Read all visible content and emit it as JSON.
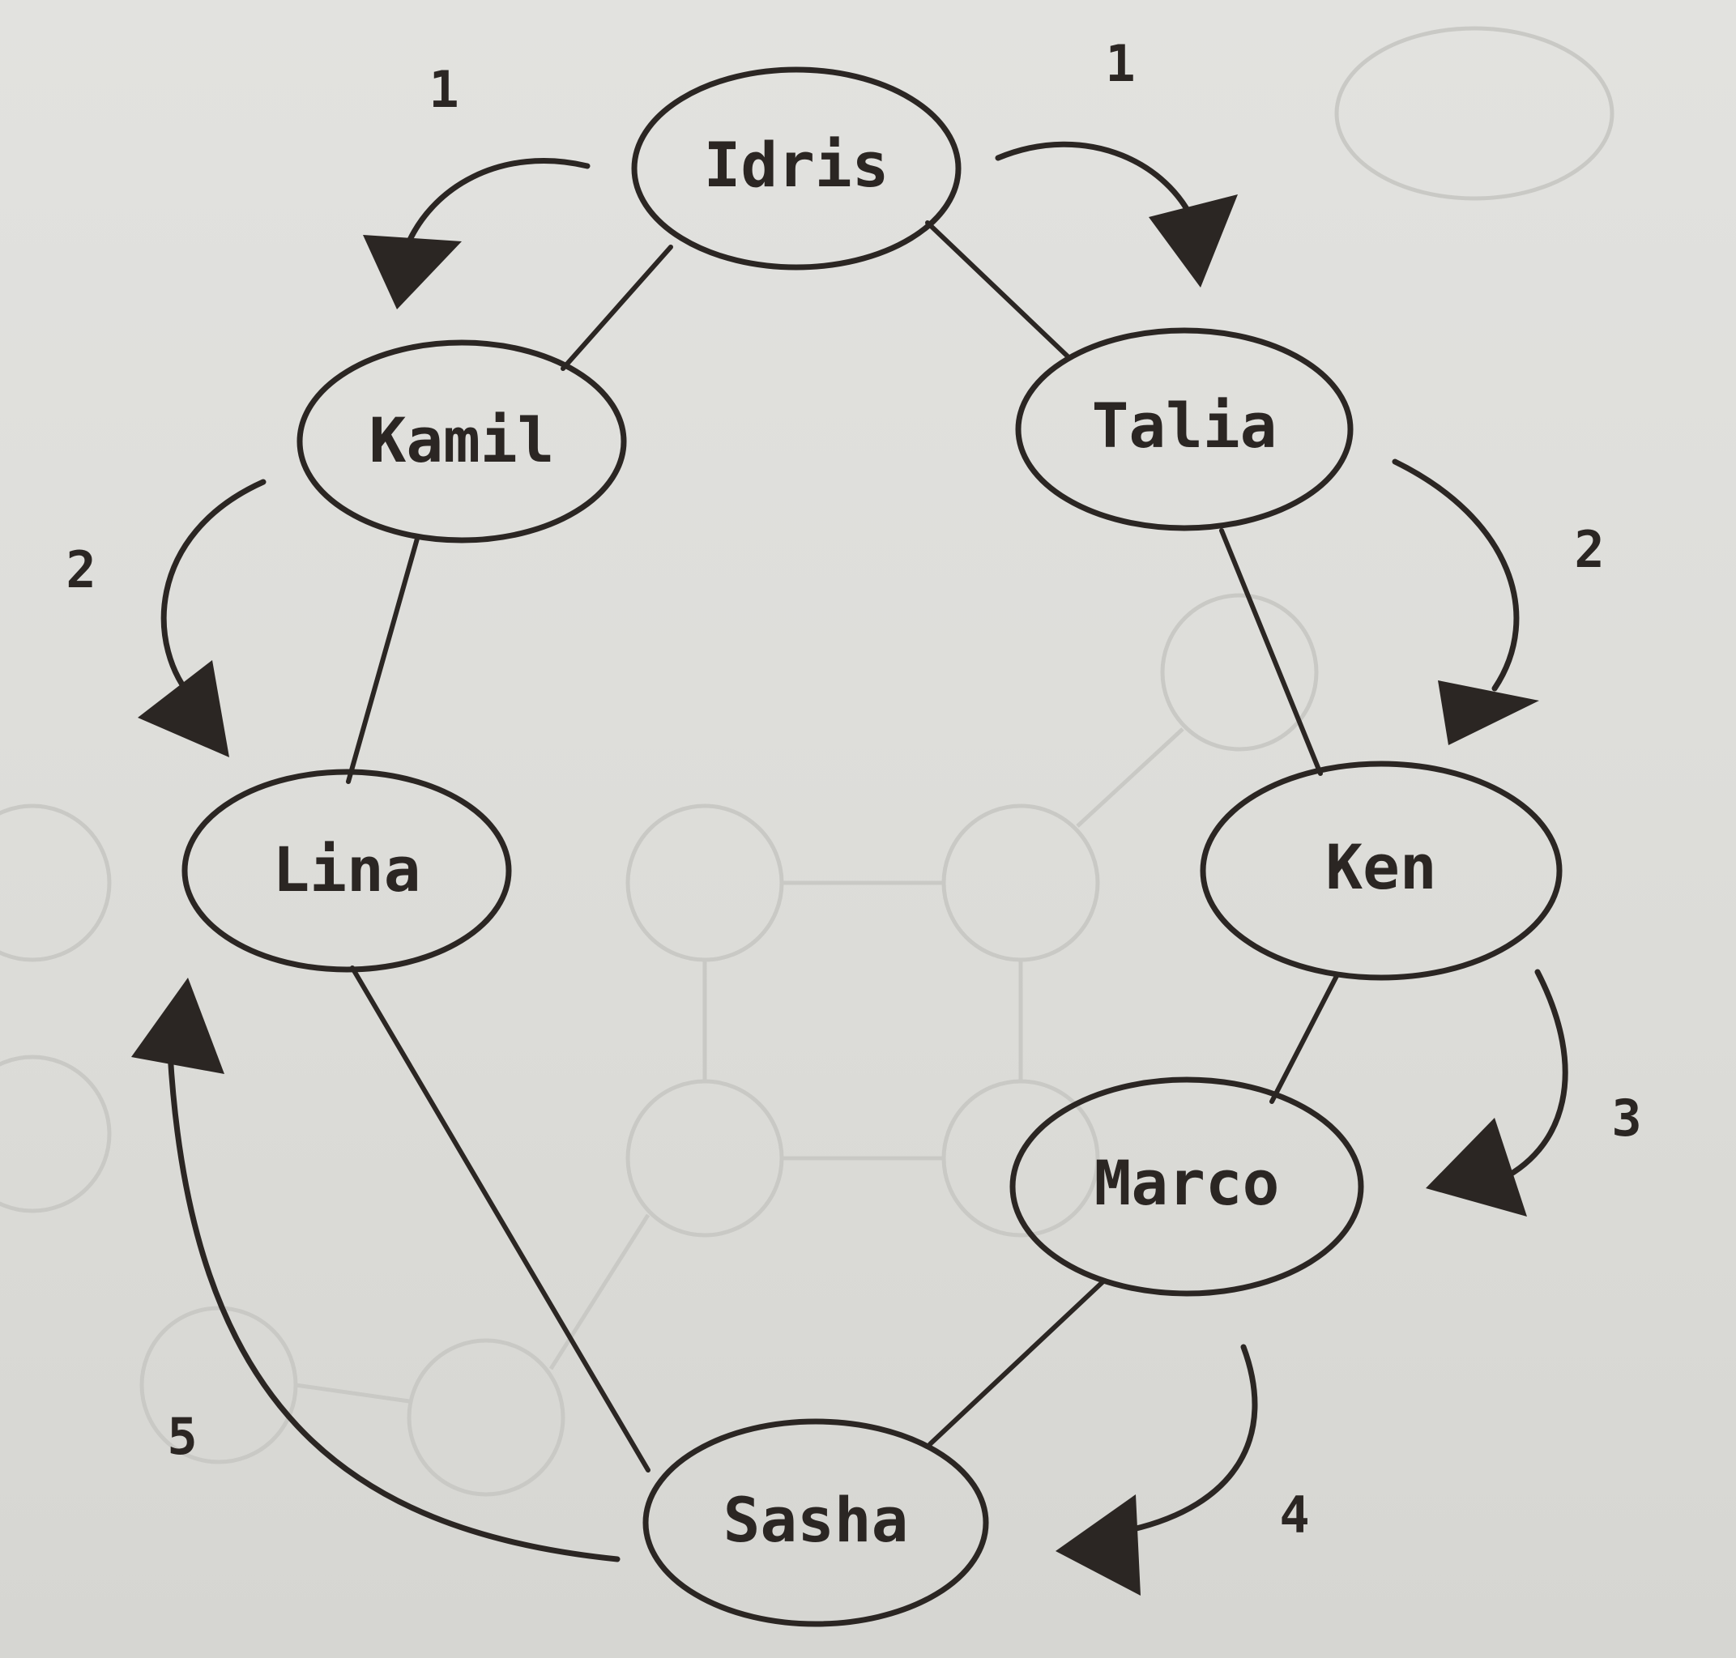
{
  "diagram": {
    "nodes": [
      {
        "id": "idris",
        "label": "Idris"
      },
      {
        "id": "kamil",
        "label": "Kamil"
      },
      {
        "id": "talia",
        "label": "Talia"
      },
      {
        "id": "lina",
        "label": "Lina"
      },
      {
        "id": "ken",
        "label": "Ken"
      },
      {
        "id": "marco",
        "label": "Marco"
      },
      {
        "id": "sasha",
        "label": "Sasha"
      }
    ],
    "edges": [
      {
        "from": "idris",
        "to": "kamil"
      },
      {
        "from": "idris",
        "to": "talia"
      },
      {
        "from": "kamil",
        "to": "lina"
      },
      {
        "from": "talia",
        "to": "ken"
      },
      {
        "from": "ken",
        "to": "marco"
      },
      {
        "from": "marco",
        "to": "sasha"
      },
      {
        "from": "sasha",
        "to": "lina"
      }
    ],
    "steps": [
      {
        "from": "idris",
        "to": "kamil",
        "label": "1"
      },
      {
        "from": "idris",
        "to": "talia",
        "label": "1"
      },
      {
        "from": "kamil",
        "to": "lina",
        "label": "2"
      },
      {
        "from": "talia",
        "to": "ken",
        "label": "2"
      },
      {
        "from": "ken",
        "to": "marco",
        "label": "3"
      },
      {
        "from": "marco",
        "to": "sasha",
        "label": "4"
      },
      {
        "from": "sasha",
        "to": "lina",
        "label": "5"
      }
    ]
  }
}
